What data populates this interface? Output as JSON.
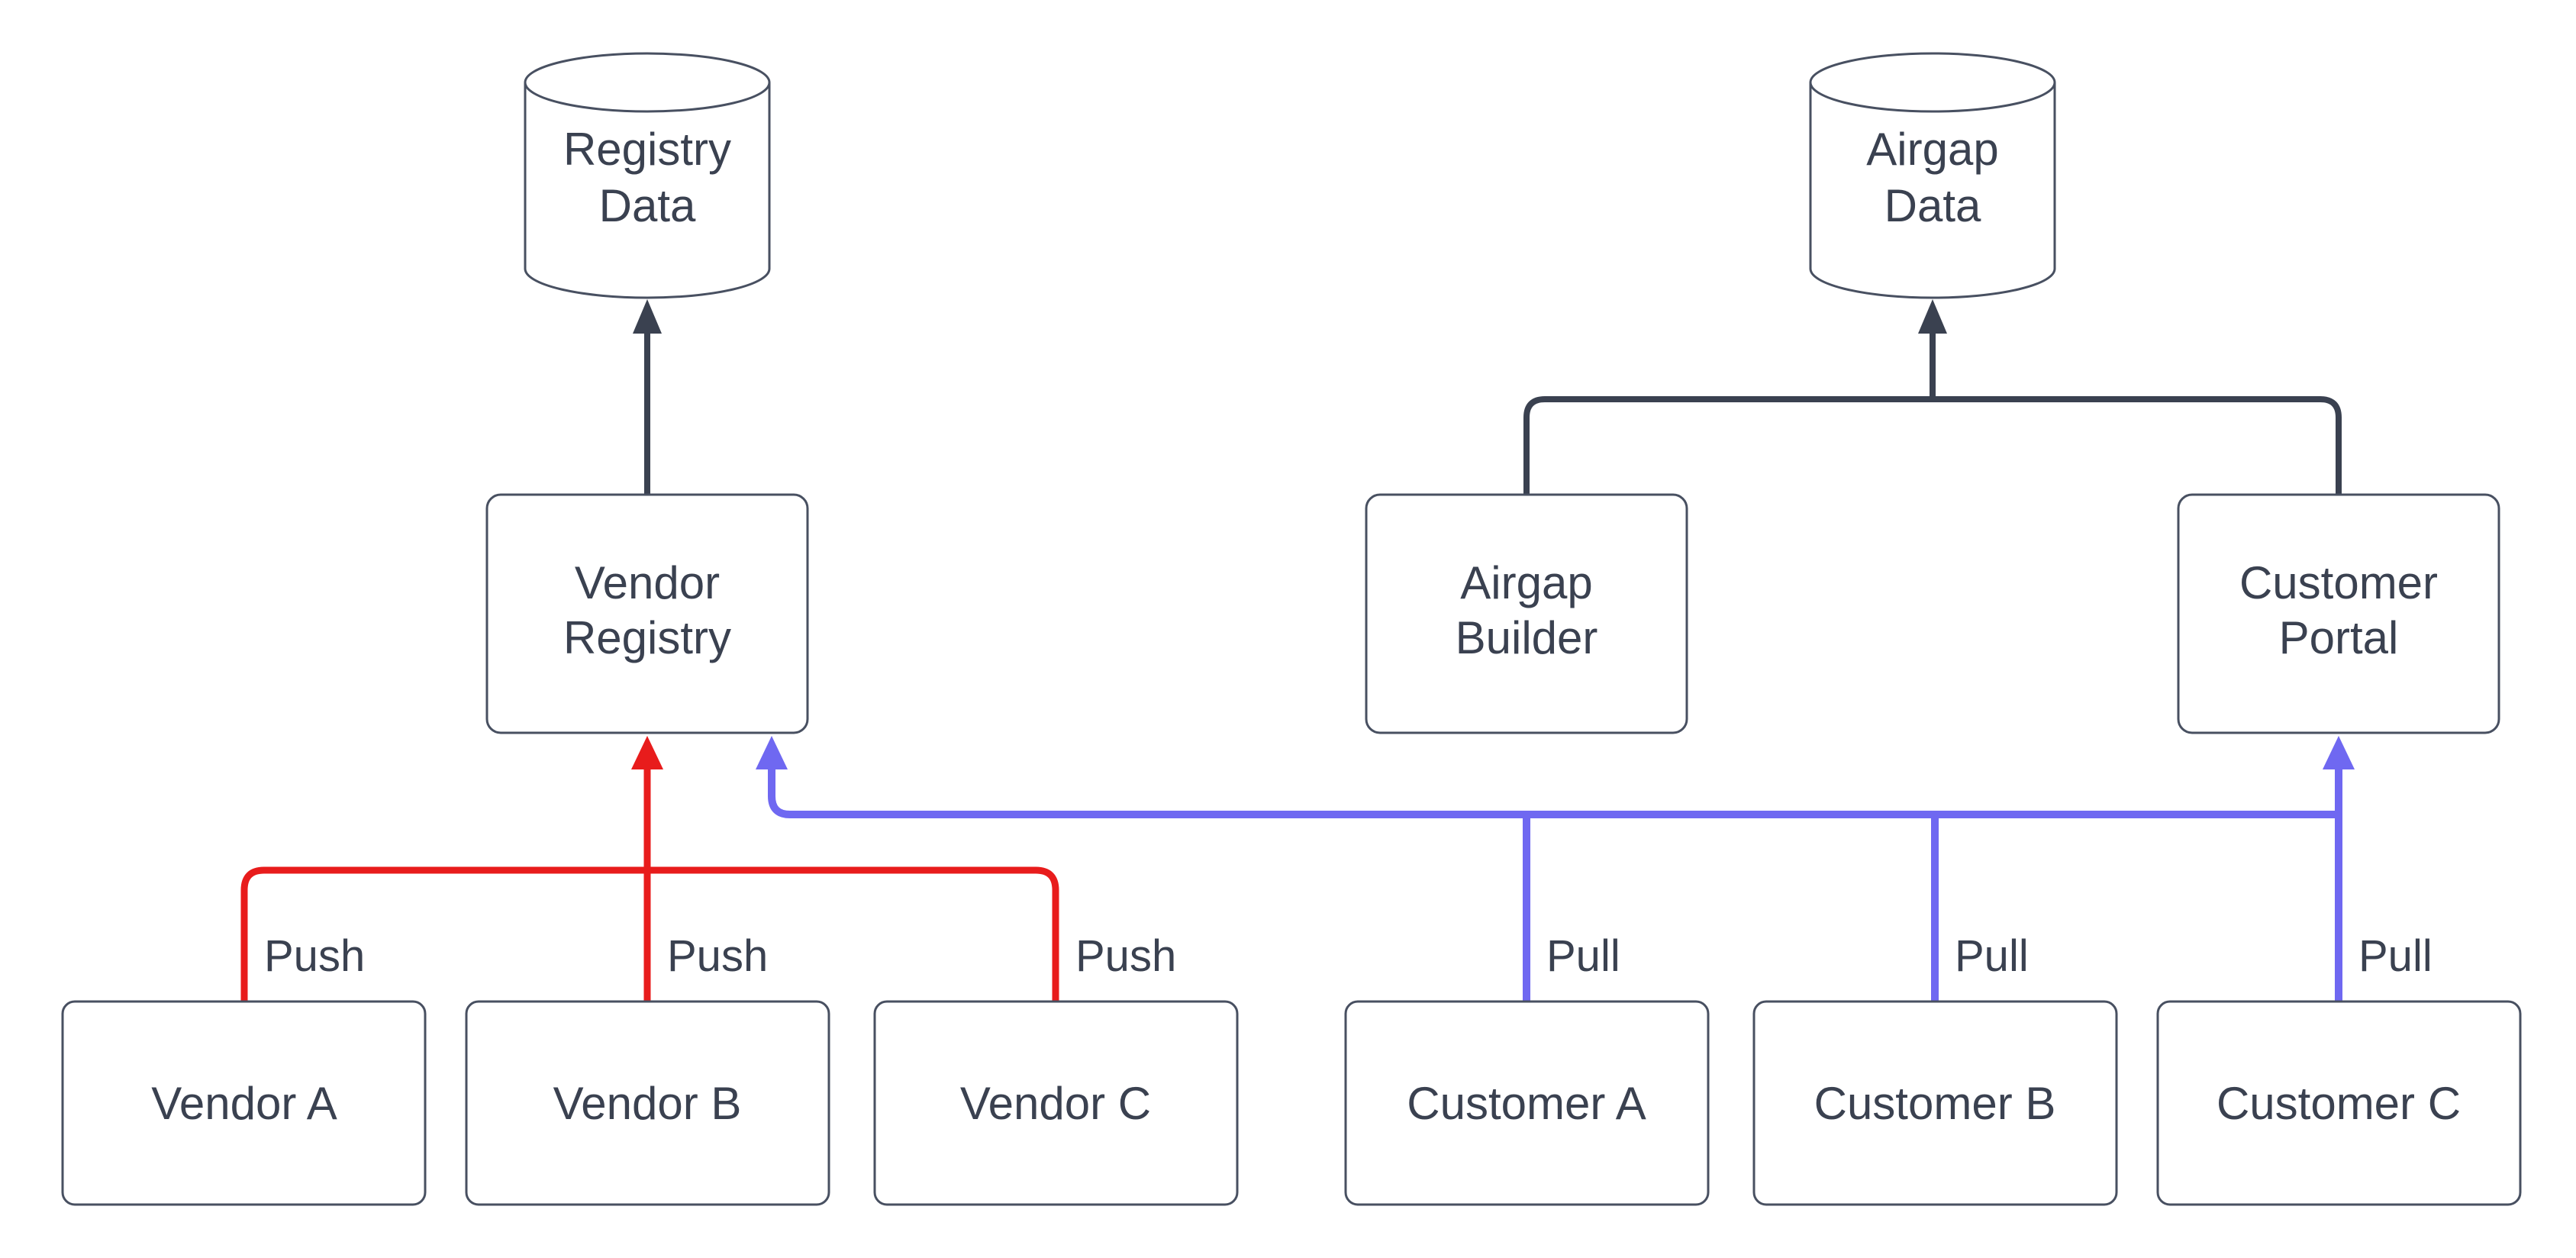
{
  "diagram": {
    "colors": {
      "background": "#ffffff",
      "node_stroke": "#485061",
      "text": "#3a4150",
      "push": "#e81c1c",
      "pull": "#6f68f1",
      "dark_edge": "#3a4150"
    },
    "cylinders": [
      {
        "line1": "Registry",
        "line2": "Data"
      },
      {
        "line1": "Airgap",
        "line2": "Data"
      }
    ],
    "mid_nodes": [
      {
        "line1": "Vendor",
        "line2": "Registry"
      },
      {
        "line1": "Airgap",
        "line2": "Builder"
      },
      {
        "line1": "Customer",
        "line2": "Portal"
      }
    ],
    "bottom_nodes": [
      {
        "label": "Vendor A"
      },
      {
        "label": "Vendor B"
      },
      {
        "label": "Vendor C"
      },
      {
        "label": "Customer A"
      },
      {
        "label": "Customer B"
      },
      {
        "label": "Customer C"
      }
    ],
    "edge_labels": {
      "push": "Push",
      "pull": "Pull"
    }
  }
}
